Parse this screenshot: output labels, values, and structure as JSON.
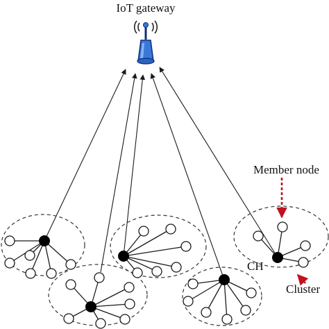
{
  "labels": {
    "gateway": "IoT gateway",
    "member_node": "Member node",
    "cluster_head": "CH",
    "cluster": "Cluster"
  },
  "colors": {
    "annotation_arrow": "#c1121f",
    "gateway_body": "#3a78d8",
    "gateway_outline": "#0b2f7a",
    "node_stroke": "#1a1a1a",
    "cluster_head_fill": "#000000",
    "member_fill": "#ffffff"
  },
  "icons": {
    "gateway": "wireless-gateway-icon"
  },
  "clusters": [
    {
      "id": "cluster-1",
      "member_count": 6
    },
    {
      "id": "cluster-2",
      "member_count": 7
    },
    {
      "id": "cluster-3",
      "member_count": 6
    },
    {
      "id": "cluster-4",
      "member_count": 6
    },
    {
      "id": "cluster-5",
      "member_count": 4
    }
  ]
}
